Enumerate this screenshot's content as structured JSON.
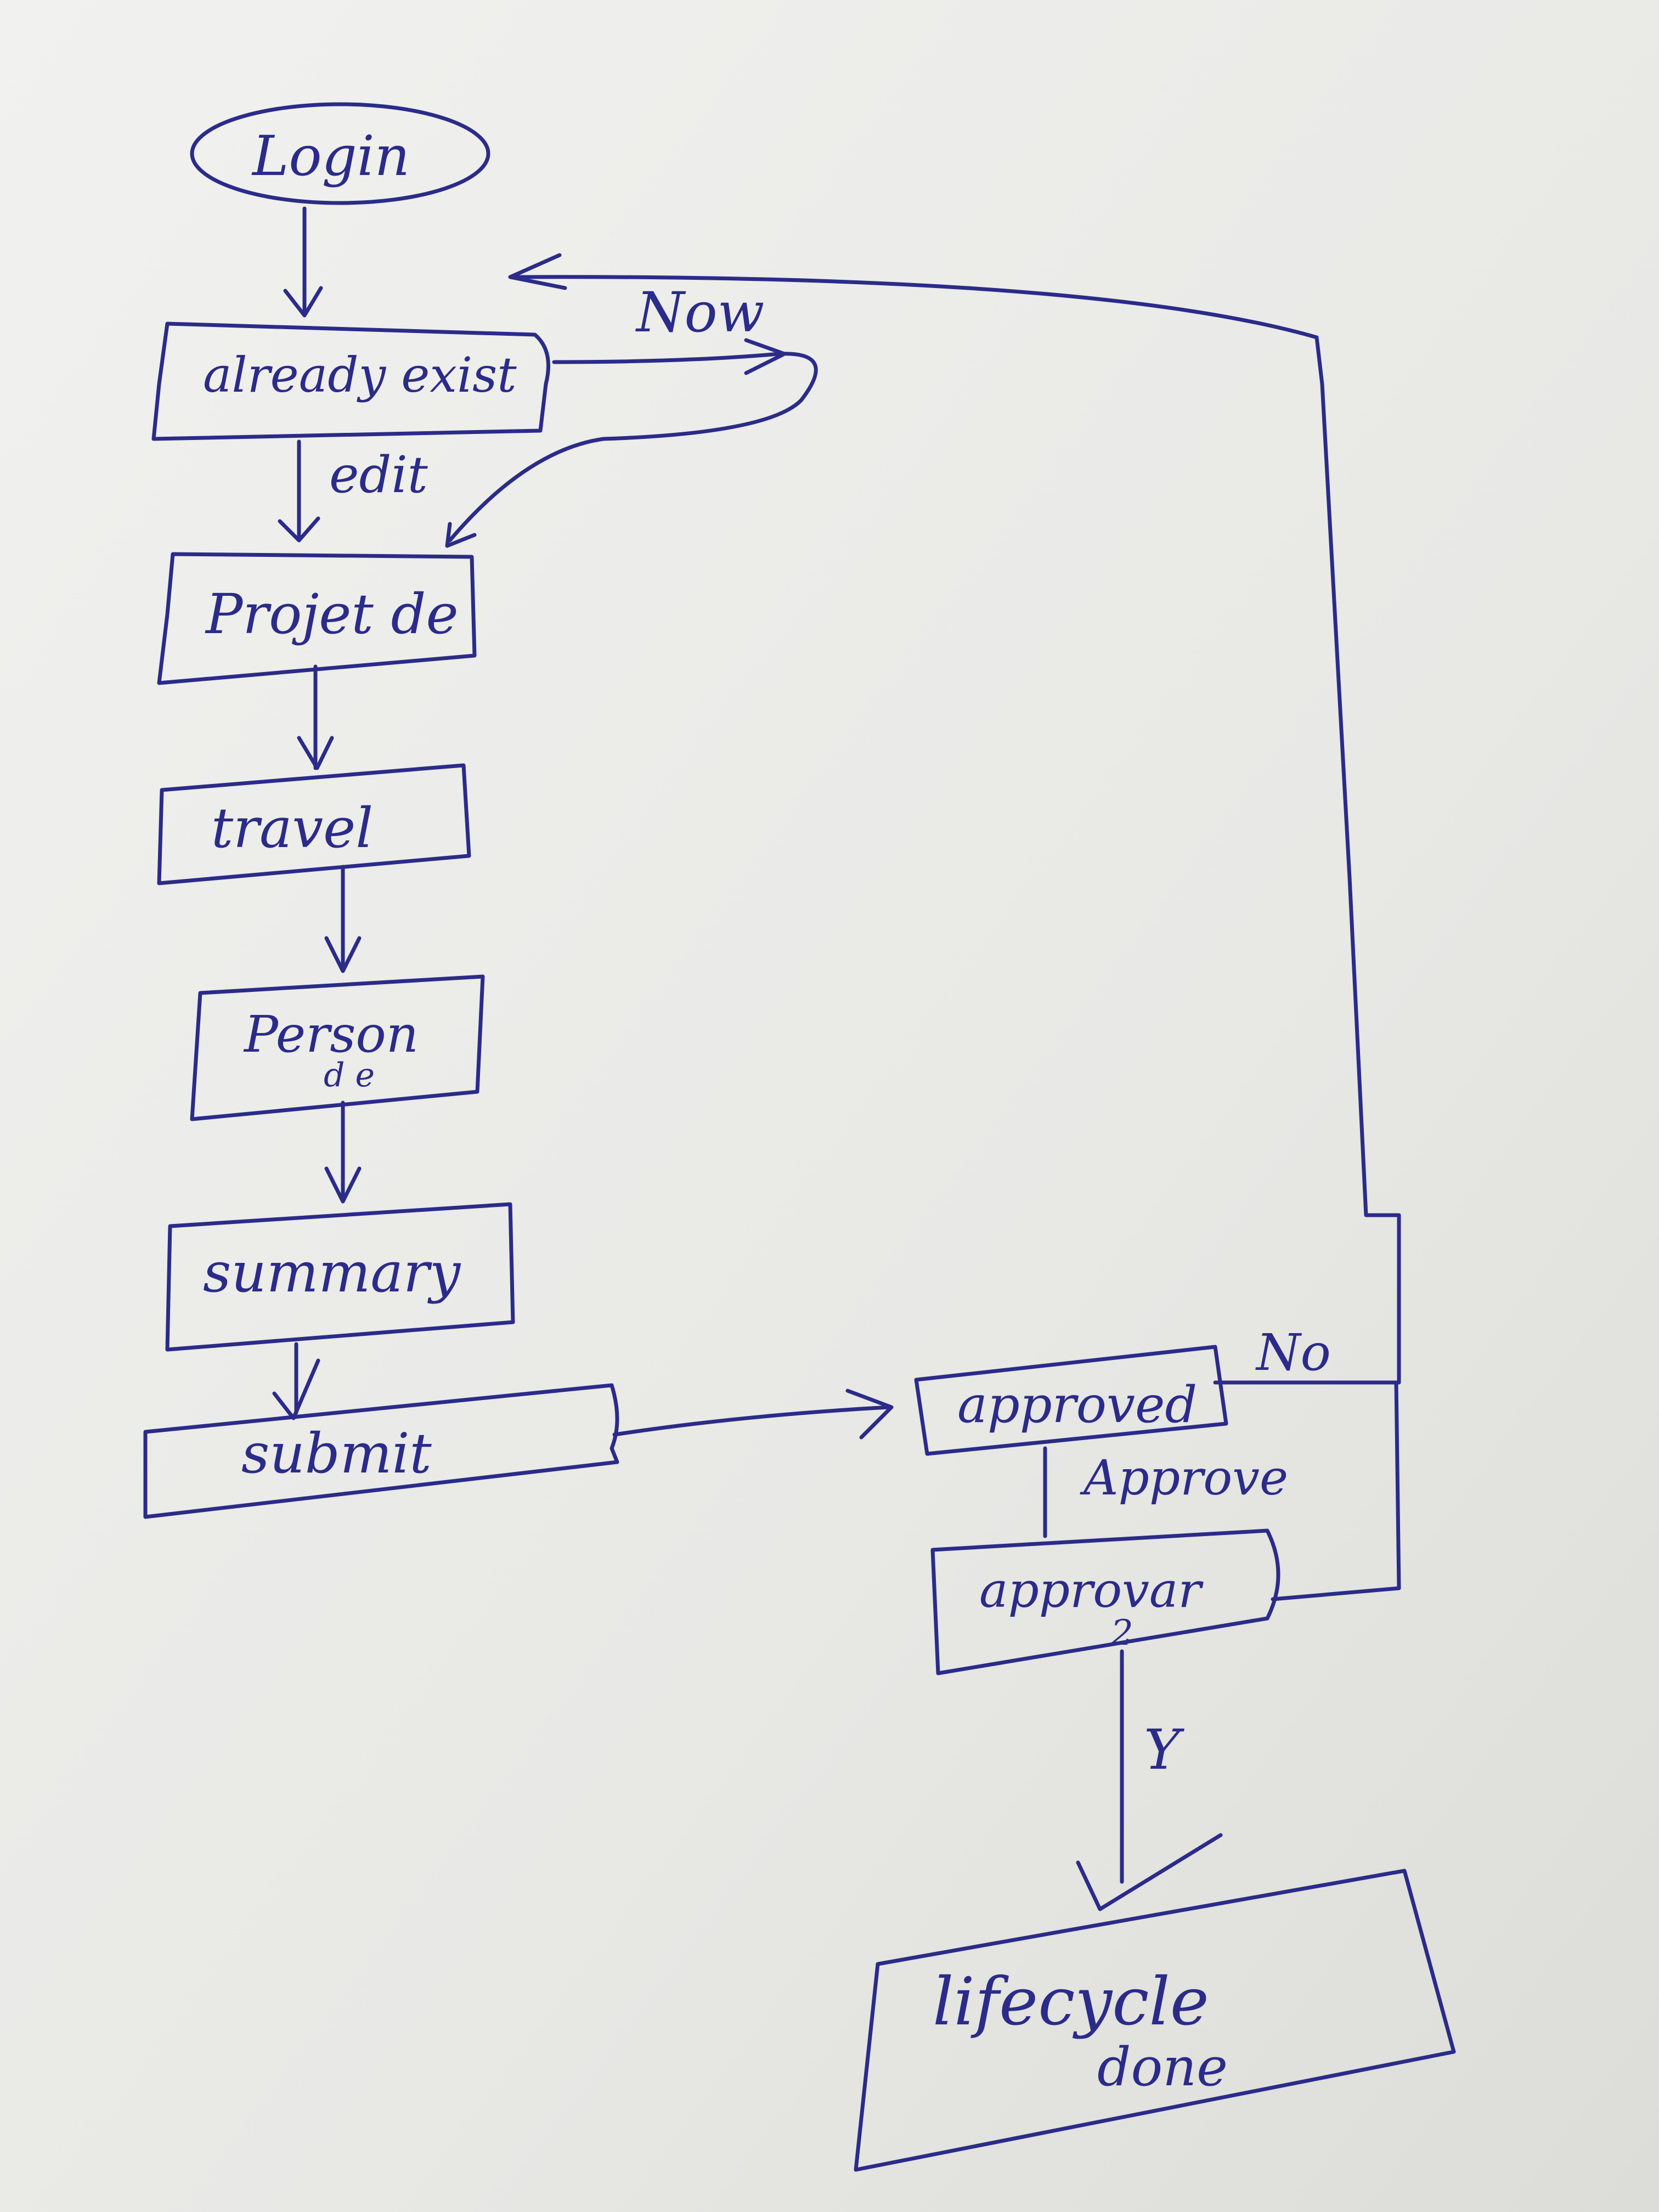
{
  "ink_color": "#2b2b8a",
  "paper_color": "#e9e9e6",
  "nodes": {
    "login": "Login",
    "already_exists": "already exist",
    "project_details": "Projet de",
    "travel": "travel",
    "personal": "Person",
    "personal_sub": "d e",
    "summary": "summary",
    "submit": "submit",
    "approver1": "approved",
    "approver2": "approvar",
    "approver2_sub": "2",
    "lifecycle": "lifecycle",
    "lifecycle_sub": "done"
  },
  "edges": {
    "no_new": "Now",
    "edit": "edit",
    "no_reject": "No",
    "approve": "Approve",
    "yes": "Y"
  }
}
